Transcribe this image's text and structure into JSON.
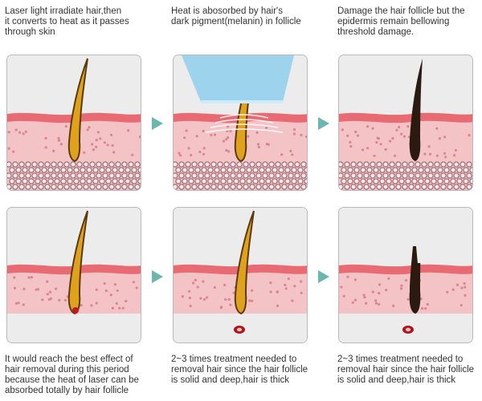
{
  "captions": {
    "step1": "Laser light irradiate hair,then\nit converts to heat as it passes\nthrough skin",
    "step2": "Heat is abosorbed by hair's\ndark pigment(melanin) in follicle",
    "step3": "Damage the hair follicle but the\nepidermis remain bellowing\nthreshold damage.",
    "step4": "It would reach the best effect of\nhair removal during this period\nbecause the heat of laser can be\nabsorbed totally by hair follicle",
    "step5": "2~3 times treatment needed to\nremoval hair since the hair follicle\nis solid and deep,hair is thick",
    "step6": "2~3 times treatment needed to\nremoval hair since the hair follicle\nis solid and deep,hair is thick"
  },
  "colors": {
    "skin_top": "#e86a72",
    "skin_mid": "#f4c3c6",
    "skin_dot": "#d9868d",
    "fat_cell": "#f6e8ea",
    "fat_ring": "#9c6c72",
    "background": "#ececec",
    "hair_gold": "#e0a21c",
    "hair_dark": "#2b1a10",
    "arrow": "#6ab7ad",
    "device": "#9ed3ee"
  }
}
